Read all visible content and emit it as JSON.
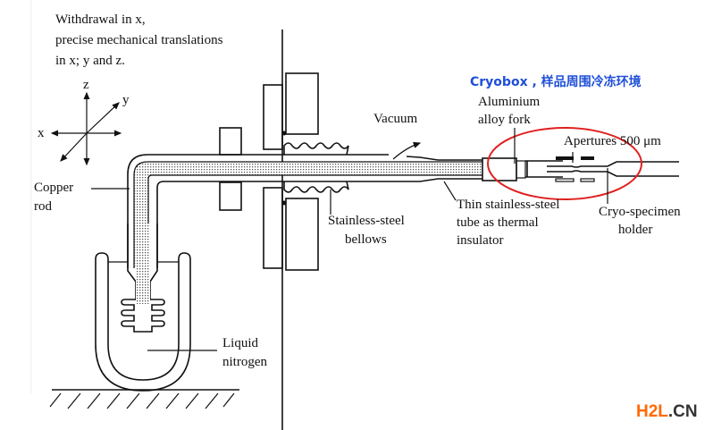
{
  "title_lines": [
    "Withdrawal in x,",
    "precise mechanical translations",
    "in x; y and z."
  ],
  "axes": {
    "z": "z",
    "y": "y",
    "x": "x"
  },
  "labels": {
    "copper_rod": [
      "Copper",
      "rod"
    ],
    "liquid_nitrogen": [
      "Liquid",
      "nitrogen"
    ],
    "bellows": [
      "Stainless-steel",
      "bellows"
    ],
    "vacuum": "Vacuum",
    "cryobox": "Cryobox , 样品周围冷冻环境",
    "fork": [
      "Aluminium",
      "alloy fork"
    ],
    "apertures": "Apertures 500 μm",
    "thin_tube": [
      "Thin stainless-steel",
      "tube as thermal",
      "insulator"
    ],
    "specimen_holder": [
      "Cryo-specimen",
      "holder"
    ]
  },
  "watermark": {
    "part1": "H2L",
    "part2": ".CN"
  },
  "colors": {
    "highlight": "#e02020",
    "annotation": "#1f4fd8",
    "logo_orange": "#ff6a00",
    "logo_dark": "#333333"
  }
}
